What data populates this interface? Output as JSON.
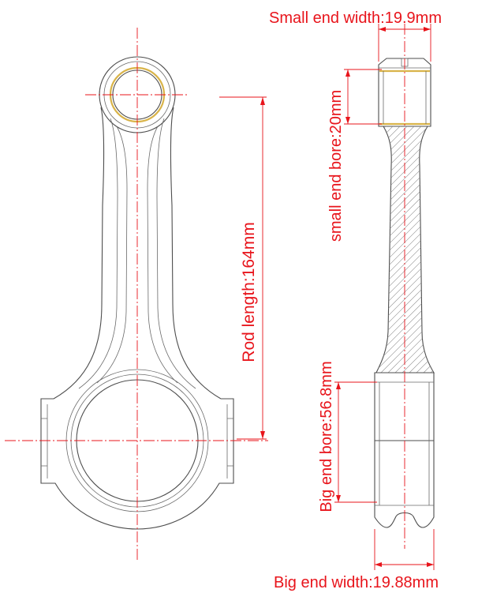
{
  "figure": {
    "labels": {
      "small_end_width": "Small end width:19.9mm",
      "small_end_bore": "small end bore:20mm",
      "rod_length": "Rod length:164mm",
      "big_end_bore": "Big end bore:56.8mm",
      "big_end_width": "Big end width:19.88mm"
    },
    "colors": {
      "dimension": "#e8141b",
      "outline": "#4d4d4d",
      "bushing": "#d9b44a",
      "background": "#ffffff"
    }
  }
}
